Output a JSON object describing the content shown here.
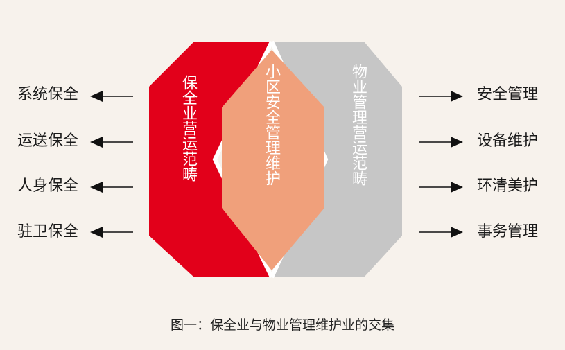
{
  "diagram": {
    "left_block": {
      "text": "保全业营运范畴",
      "color": "#e2001a",
      "text_color": "#ffffff"
    },
    "middle_block": {
      "text": "小区安全管理维护",
      "color": "#f0a07b",
      "text_color": "#ffffff"
    },
    "right_block": {
      "text": "物业管理营运范畴",
      "color": "#c6c6c6",
      "text_color": "#ffffff"
    },
    "left_items": [
      "系统保全",
      "运送保全",
      "人身保全",
      "驻卫保全"
    ],
    "right_items": [
      "安全管理",
      "设备维护",
      "环清美护",
      "事务管理"
    ],
    "arrow_color": "#111111"
  },
  "caption": "图一：保全业与物业管理维护业的交集"
}
